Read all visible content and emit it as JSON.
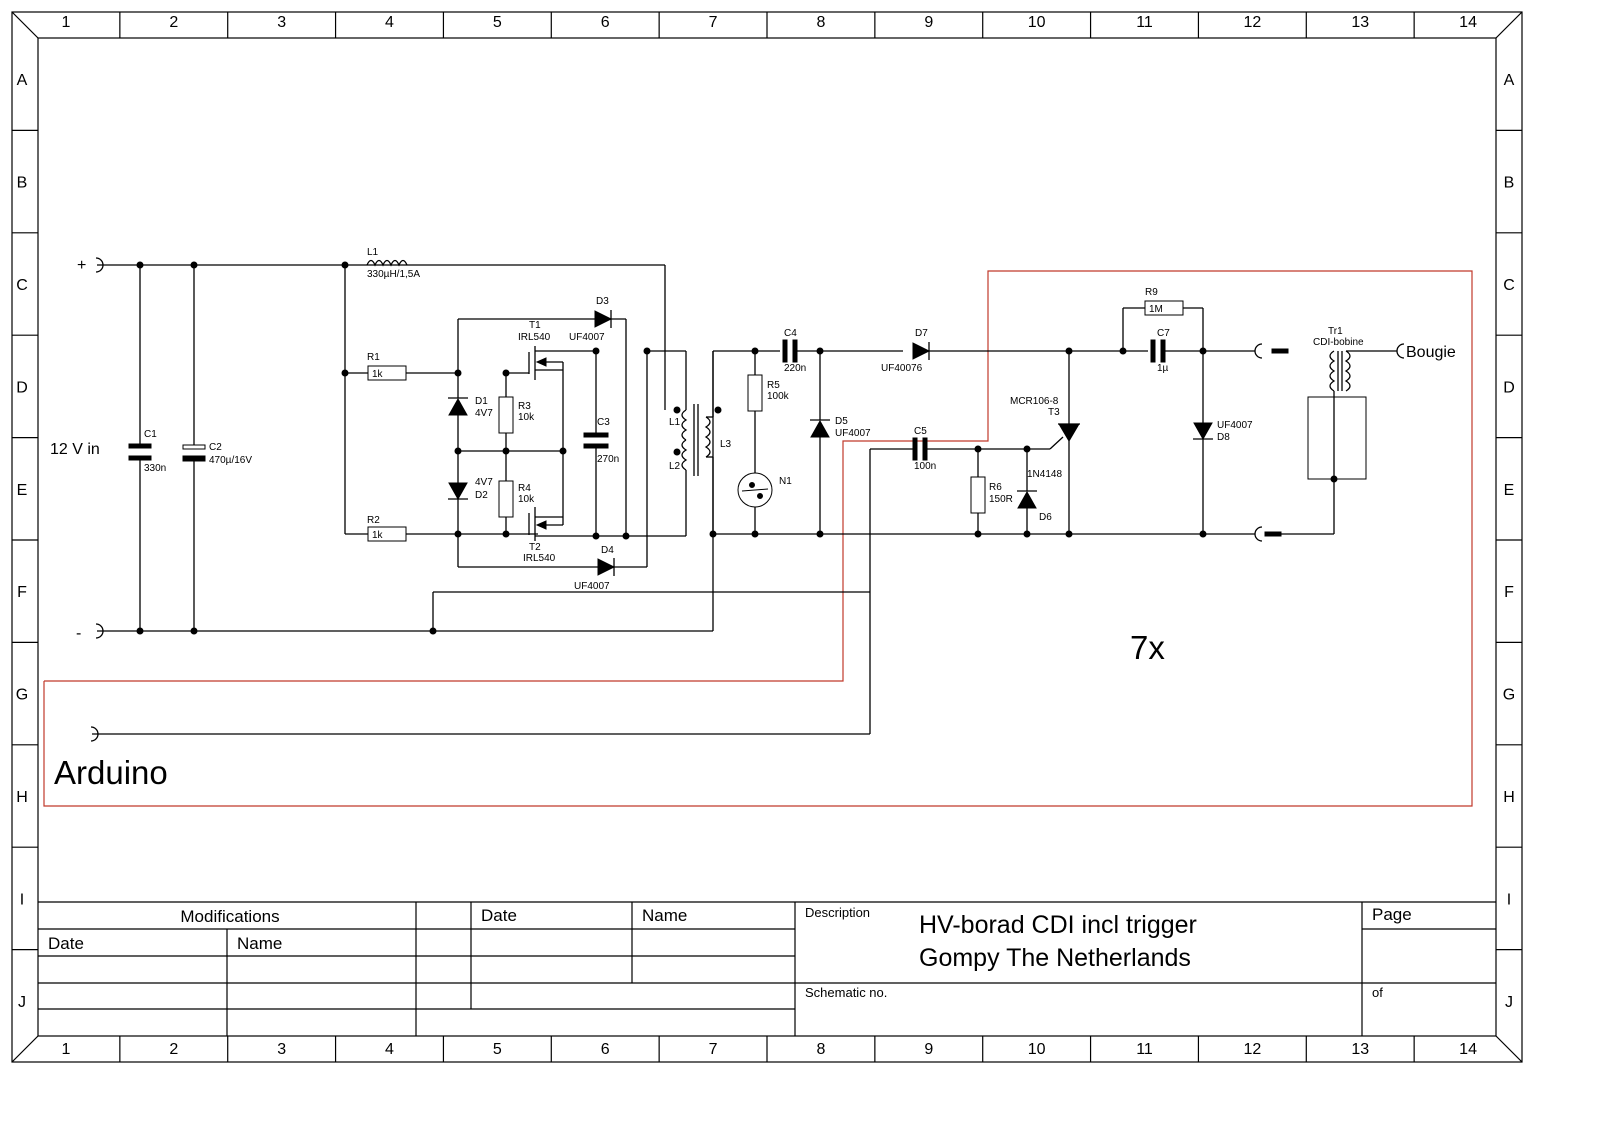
{
  "frame": {
    "col_labels": [
      "1",
      "2",
      "3",
      "4",
      "5",
      "6",
      "7",
      "8",
      "9",
      "10",
      "11",
      "12",
      "13",
      "14"
    ],
    "row_labels": [
      "A",
      "B",
      "C",
      "D",
      "E",
      "F",
      "G",
      "H",
      "I",
      "J"
    ]
  },
  "schematic": {
    "supply": {
      "plus": "+",
      "minus": "-",
      "input_label": "12 V in"
    },
    "arduino_label": "Arduino",
    "multiplier_label": "7x",
    "output_label": "Bougie",
    "components": {
      "C1": {
        "ref": "C1",
        "value": "330n"
      },
      "C2": {
        "ref": "C2",
        "value": "470µ/16V"
      },
      "L1": {
        "ref": "L1",
        "value": "330µH/1,5A"
      },
      "R1": {
        "ref": "R1",
        "value": "1k"
      },
      "R2": {
        "ref": "R2",
        "value": "1k"
      },
      "R3": {
        "ref": "R3",
        "value": "10k"
      },
      "R4": {
        "ref": "R4",
        "value": "10k"
      },
      "D1": {
        "ref": "D1",
        "value": "4V7"
      },
      "D2": {
        "ref": "D2",
        "value": "4V7"
      },
      "T1": {
        "ref": "T1",
        "value": "IRL540"
      },
      "T2": {
        "ref": "T2",
        "value": "IRL540"
      },
      "D3": {
        "ref": "D3",
        "value": "UF4007"
      },
      "D4": {
        "ref": "D4",
        "value": "UF4007"
      },
      "C3": {
        "ref": "C3",
        "value": "270n"
      },
      "TL1": {
        "ref": "L1"
      },
      "TL2": {
        "ref": "L2"
      },
      "TL3": {
        "ref": "L3"
      },
      "R5": {
        "ref": "R5",
        "value": "100k"
      },
      "N1": {
        "ref": "N1"
      },
      "C4": {
        "ref": "C4",
        "value": "220n"
      },
      "D5": {
        "ref": "D5",
        "value": "UF4007"
      },
      "D7": {
        "ref": "D7",
        "value": "UF40076"
      },
      "C5": {
        "ref": "C5",
        "value": "100n"
      },
      "R6": {
        "ref": "R6",
        "value": "150R"
      },
      "D6": {
        "ref": "D6",
        "value": "1N4148"
      },
      "T3": {
        "ref": "T3",
        "value": "MCR106-8"
      },
      "R9": {
        "ref": "R9",
        "value": "1M"
      },
      "C7": {
        "ref": "C7",
        "value": "1µ"
      },
      "D8": {
        "ref": "D8",
        "value": "UF4007"
      },
      "Tr1": {
        "ref": "Tr1",
        "value": "CDI-bobine"
      }
    }
  },
  "title_block": {
    "modifications": "Modifications",
    "mod_date": "Date",
    "mod_name": "Name",
    "date": "Date",
    "name": "Name",
    "description_label": "Description",
    "title_line1": "HV-borad CDI incl trigger",
    "title_line2": "Gompy The Netherlands",
    "page_label": "Page",
    "schematic_no_label": "Schematic no.",
    "of_label": "of"
  },
  "colors": {
    "frame": "#000000",
    "boundary": "#c0392b"
  }
}
